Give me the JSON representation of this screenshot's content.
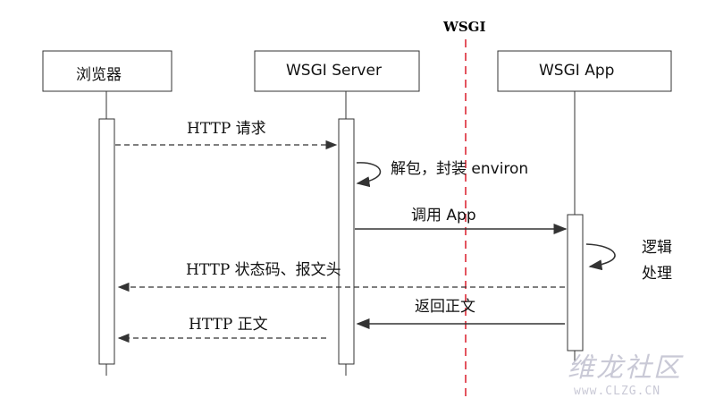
{
  "divider": {
    "label": "WSGI",
    "color": "#e3545f"
  },
  "participants": {
    "browser": "浏览器",
    "server": "WSGI Server",
    "app": "WSGI App"
  },
  "messages": {
    "http_request": "HTTP 请求",
    "unpack": "解包，封装 environ",
    "call_app": "调用 App",
    "logic_line1": "逻辑",
    "logic_line2": "处理",
    "status_headers": "HTTP 状态码、报文头",
    "return_body": "返回正文",
    "http_body": "HTTP 正文"
  },
  "watermark": {
    "text": "维龙社区",
    "url": "www.CLZG.CN"
  }
}
